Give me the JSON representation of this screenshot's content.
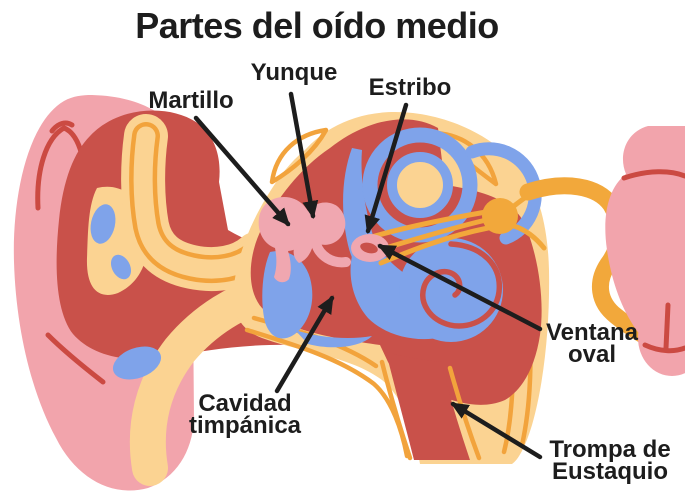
{
  "title": "Partes del oído medio",
  "labels": [
    {
      "id": "martillo",
      "text": "Martillo"
    },
    {
      "id": "yunque",
      "text": "Yunque"
    },
    {
      "id": "estribo",
      "text": "Estribo"
    },
    {
      "id": "ventana-oval",
      "text": "Ventana\noval"
    },
    {
      "id": "cavidad-timpanica",
      "text": "Cavidad\ntimpánica"
    },
    {
      "id": "trompa-eustaquio",
      "text": "Trompa de\nEustaquio"
    }
  ],
  "colors": {
    "background": "#FFFFFF",
    "outer_ear_pink": "#F2A4AC",
    "tissue_red": "#C9514A",
    "line_red": "#CB4A42",
    "bone_yellow": "#FBD392",
    "outline_orange": "#F2A33C",
    "nerve_orange": "#F2A83B",
    "inner_ear_blue": "#7FA3EA",
    "ossicle_pink": "#F0A7B0",
    "label_black": "#1D1D1D"
  },
  "diagram": {
    "type": "anatomy-illustration",
    "subject": "middle ear cross-section",
    "language": "es",
    "parts_labeled": [
      "Martillo",
      "Yunque",
      "Estribo",
      "Ventana oval",
      "Cavidad timpánica",
      "Trompa de Eustaquio"
    ]
  }
}
